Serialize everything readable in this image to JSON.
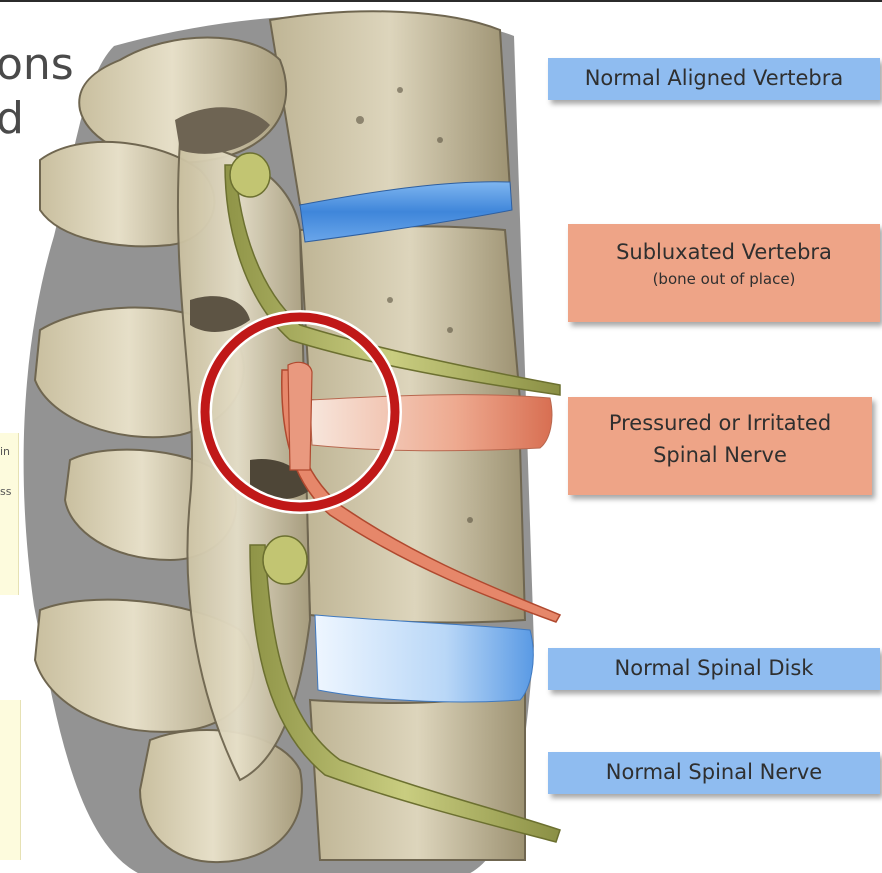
{
  "heading": {
    "lines": [
      "ons",
      "d"
    ]
  },
  "side_notes": {
    "lines": [
      "in",
      "ss"
    ]
  },
  "labels": {
    "normal_vertebra": "Normal Aligned Vertebra",
    "subluxated_vertebra": "Subluxated Vertebra",
    "subluxated_sub": "(bone out of place)",
    "pressured_nerve_line1": "Pressured or Irritated",
    "pressured_nerve_line2": "Spinal Nerve",
    "normal_disk": "Normal Spinal Disk",
    "normal_nerve": "Normal Spinal Nerve"
  },
  "colors": {
    "label_blue": "#8fbcf0",
    "label_salmon": "#eea487",
    "highlight_ring": "#c01818",
    "bone": "#d9d0b4",
    "disk_blue": "#4b8fdc",
    "nerve_green": "#b9bd6a",
    "nerve_red": "#e07a5a"
  }
}
